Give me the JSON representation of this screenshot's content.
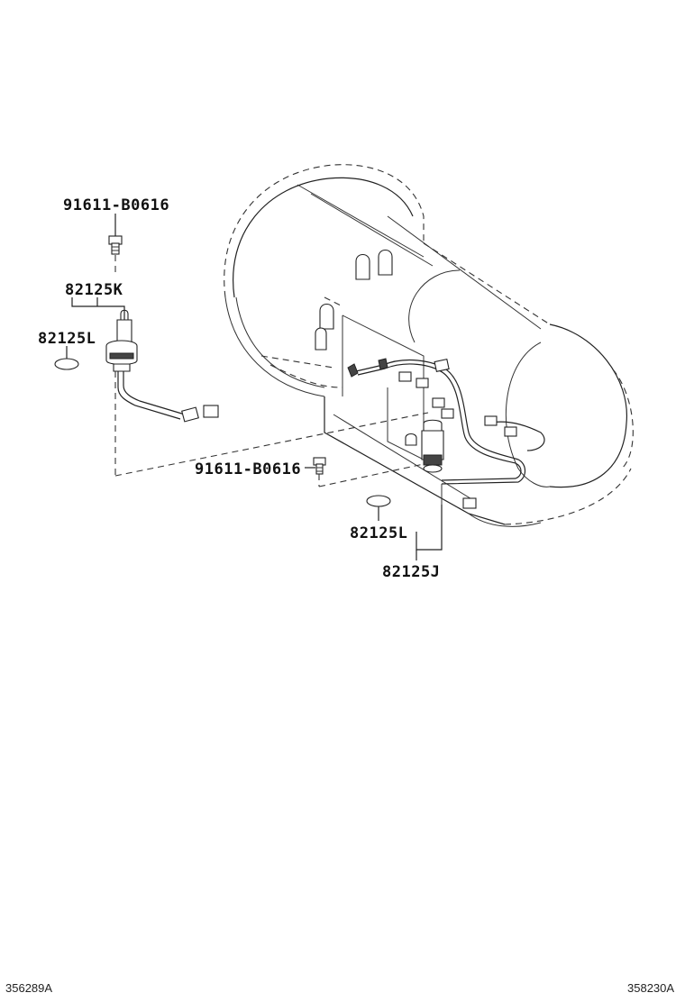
{
  "callouts": {
    "bolt_left": "91611-B0616",
    "sensor_left": "82125K",
    "oring_left": "82125L",
    "bolt_right": "91611-B0616",
    "oring_right": "82125L",
    "sensor_right": "82125J"
  },
  "footer": {
    "left_code": "356289A",
    "right_code": "358230A"
  }
}
